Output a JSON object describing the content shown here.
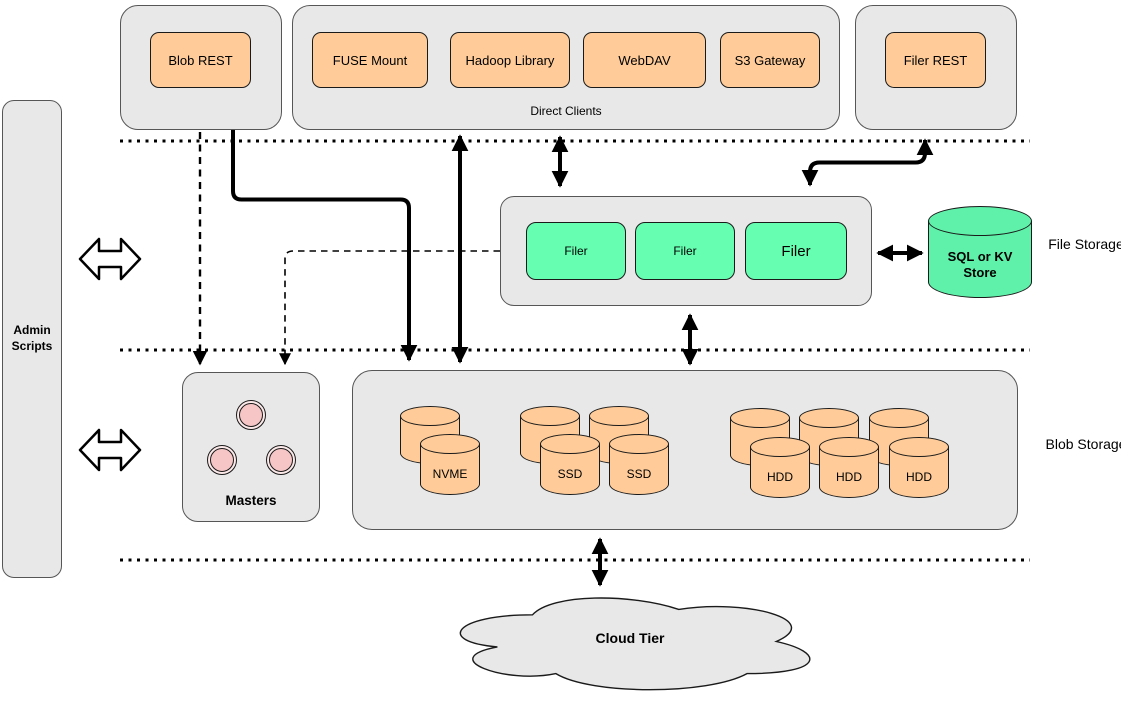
{
  "admin": {
    "label": "Admin Scripts"
  },
  "top": {
    "blob_rest": {
      "label": "Blob REST"
    },
    "direct_clients": {
      "label": "Direct Clients",
      "clients": [
        "FUSE Mount",
        "Hadoop Library",
        "WebDAV",
        "S3 Gateway"
      ]
    },
    "filer_rest": {
      "label": "Filer REST"
    }
  },
  "file_tier": {
    "filers": [
      "Filer",
      "Filer",
      "Filer"
    ],
    "kv_store": {
      "label": "SQL or KV Store"
    },
    "tier_label": "File Storage"
  },
  "masters": {
    "label": "Masters"
  },
  "blob_tier": {
    "volumes": [
      "NVME",
      "SSD",
      "SSD",
      "HDD",
      "HDD",
      "HDD"
    ],
    "tier_label": "Blob Storage"
  },
  "cloud": {
    "label": "Cloud Tier"
  },
  "edges": [
    {
      "from": "Blob REST",
      "to": "Masters",
      "style": "dashed-arrow"
    },
    {
      "from": "Blob REST",
      "to": "Blob Storage",
      "style": "solid-arrow"
    },
    {
      "from": "Direct Clients",
      "to": "Blob Storage",
      "style": "double-arrow"
    },
    {
      "from": "Direct Clients",
      "to": "Filer",
      "style": "double-arrow"
    },
    {
      "from": "Filer REST",
      "to": "Filer",
      "style": "double-arrow"
    },
    {
      "from": "Filer",
      "to": "Masters",
      "style": "dashed-arrow"
    },
    {
      "from": "Filer",
      "to": "SQL or KV Store",
      "style": "double-arrow"
    },
    {
      "from": "Filer",
      "to": "Blob Storage",
      "style": "double-arrow"
    },
    {
      "from": "Blob Storage",
      "to": "Cloud Tier",
      "style": "double-arrow"
    },
    {
      "from": "Admin Scripts",
      "to": "File Storage tier",
      "style": "hollow-double-arrow"
    },
    {
      "from": "Admin Scripts",
      "to": "Blob Storage tier",
      "style": "hollow-double-arrow"
    }
  ],
  "colors": {
    "container_gray": "#e8e8e8",
    "node_orange": "#ffcc99",
    "node_green": "#66ffb2",
    "store_green": "#5ff0aa",
    "master_pink": "#f6c6c6",
    "line_black": "#000000"
  }
}
